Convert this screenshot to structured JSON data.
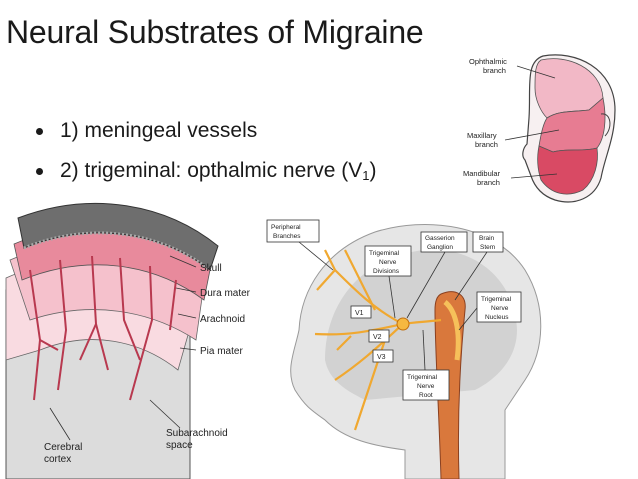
{
  "slide": {
    "title": "Neural Substrates of Migraine",
    "bullets": [
      {
        "text": "1) meningeal vessels"
      },
      {
        "text": "2) trigeminal: opthalmic nerve (V",
        "subscript": "1",
        "suffix": ")"
      }
    ]
  },
  "face_diagram": {
    "labels": {
      "ophthalmic_1": "Ophthalmic",
      "ophthalmic_2": "branch",
      "maxillary_1": "Maxillary",
      "maxillary_2": "branch",
      "mandibular_1": "Mandibular",
      "mandibular_2": "branch"
    },
    "colors": {
      "ophthalmic": "#f2b8c6",
      "maxillary": "#e77c92",
      "mandibular": "#d94a64"
    }
  },
  "meninges_diagram": {
    "labels": {
      "skull": "Skull",
      "dura": "Dura mater",
      "arachnoid": "Arachnoid",
      "pia": "Pia mater",
      "subarachnoid_1": "Subarachnoid",
      "subarachnoid_2": "space",
      "cortex_1": "Cerebral",
      "cortex_2": "cortex"
    },
    "colors": {
      "skull": "#6e6e6e",
      "dura": "#e88a9c",
      "arachnoid": "#f5c1cc",
      "vessel": "#b8394f"
    }
  },
  "head_diagram": {
    "labels": {
      "peripheral_1": "Peripheral",
      "peripheral_2": "Branches",
      "divisions_1": "Trigeminal",
      "divisions_2": "Nerve",
      "divisions_3": "Divisions",
      "ganglion_1": "Gasserion",
      "ganglion_2": "Ganglion",
      "brainstem_1": "Brain",
      "brainstem_2": "Stem",
      "nucleus_1": "Trigeminal",
      "nucleus_2": "Nerve",
      "nucleus_3": "Nucleus",
      "v1": "V1",
      "v2": "V2",
      "v3": "V3",
      "root_1": "Trigeminal",
      "root_2": "Nerve",
      "root_3": "Root"
    },
    "colors": {
      "nerve": "#f0a830",
      "stem": "#d9783c"
    }
  }
}
